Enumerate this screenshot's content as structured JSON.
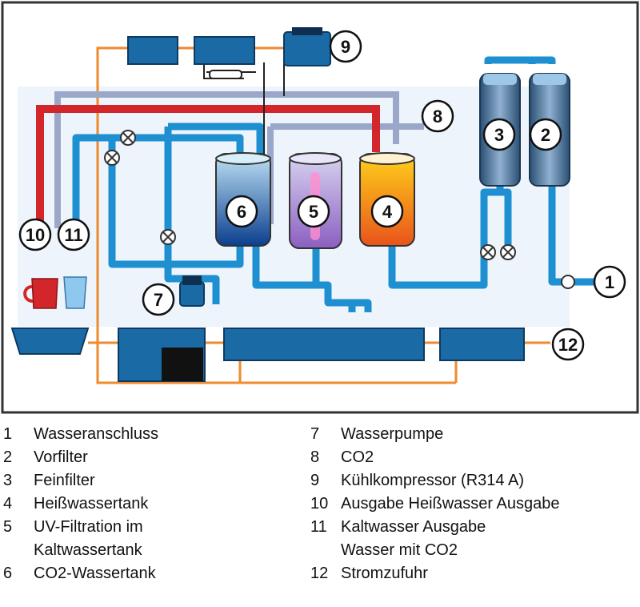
{
  "callouts": {
    "c1": "1",
    "c2": "2",
    "c3": "3",
    "c4": "4",
    "c5": "5",
    "c6": "6",
    "c7": "7",
    "c8": "8",
    "c9": "9",
    "c10": "10",
    "c11": "11",
    "c12": "12"
  },
  "colors": {
    "water_pipe": "#1e8fd0",
    "hot_pipe": "#d3262b",
    "power_line": "#ef8a2e",
    "co2_pipe": "#9aa7c8",
    "component": "#1a6aa6",
    "frame": "#333333"
  },
  "legend": {
    "left": [
      {
        "num": "1",
        "label": "Wasseranschluss"
      },
      {
        "num": "2",
        "label": "Vorfilter"
      },
      {
        "num": "3",
        "label": "Feinfilter"
      },
      {
        "num": "4",
        "label": "Heißwassertank"
      },
      {
        "num": "5",
        "label": "UV-Filtration im\nKaltwassertank"
      },
      {
        "num": "6",
        "label": "CO2-Wassertank"
      }
    ],
    "right": [
      {
        "num": "7",
        "label": "Wasserpumpe"
      },
      {
        "num": "8",
        "label": "CO2"
      },
      {
        "num": "9",
        "label": "Kühlkompressor (R314 A)"
      },
      {
        "num": "10",
        "label": "Ausgabe Heißwasser Ausgabe"
      },
      {
        "num": "11",
        "label": "Kaltwasser Ausgabe\nWasser mit CO2"
      },
      {
        "num": "12",
        "label": "Stromzufuhr"
      }
    ]
  }
}
